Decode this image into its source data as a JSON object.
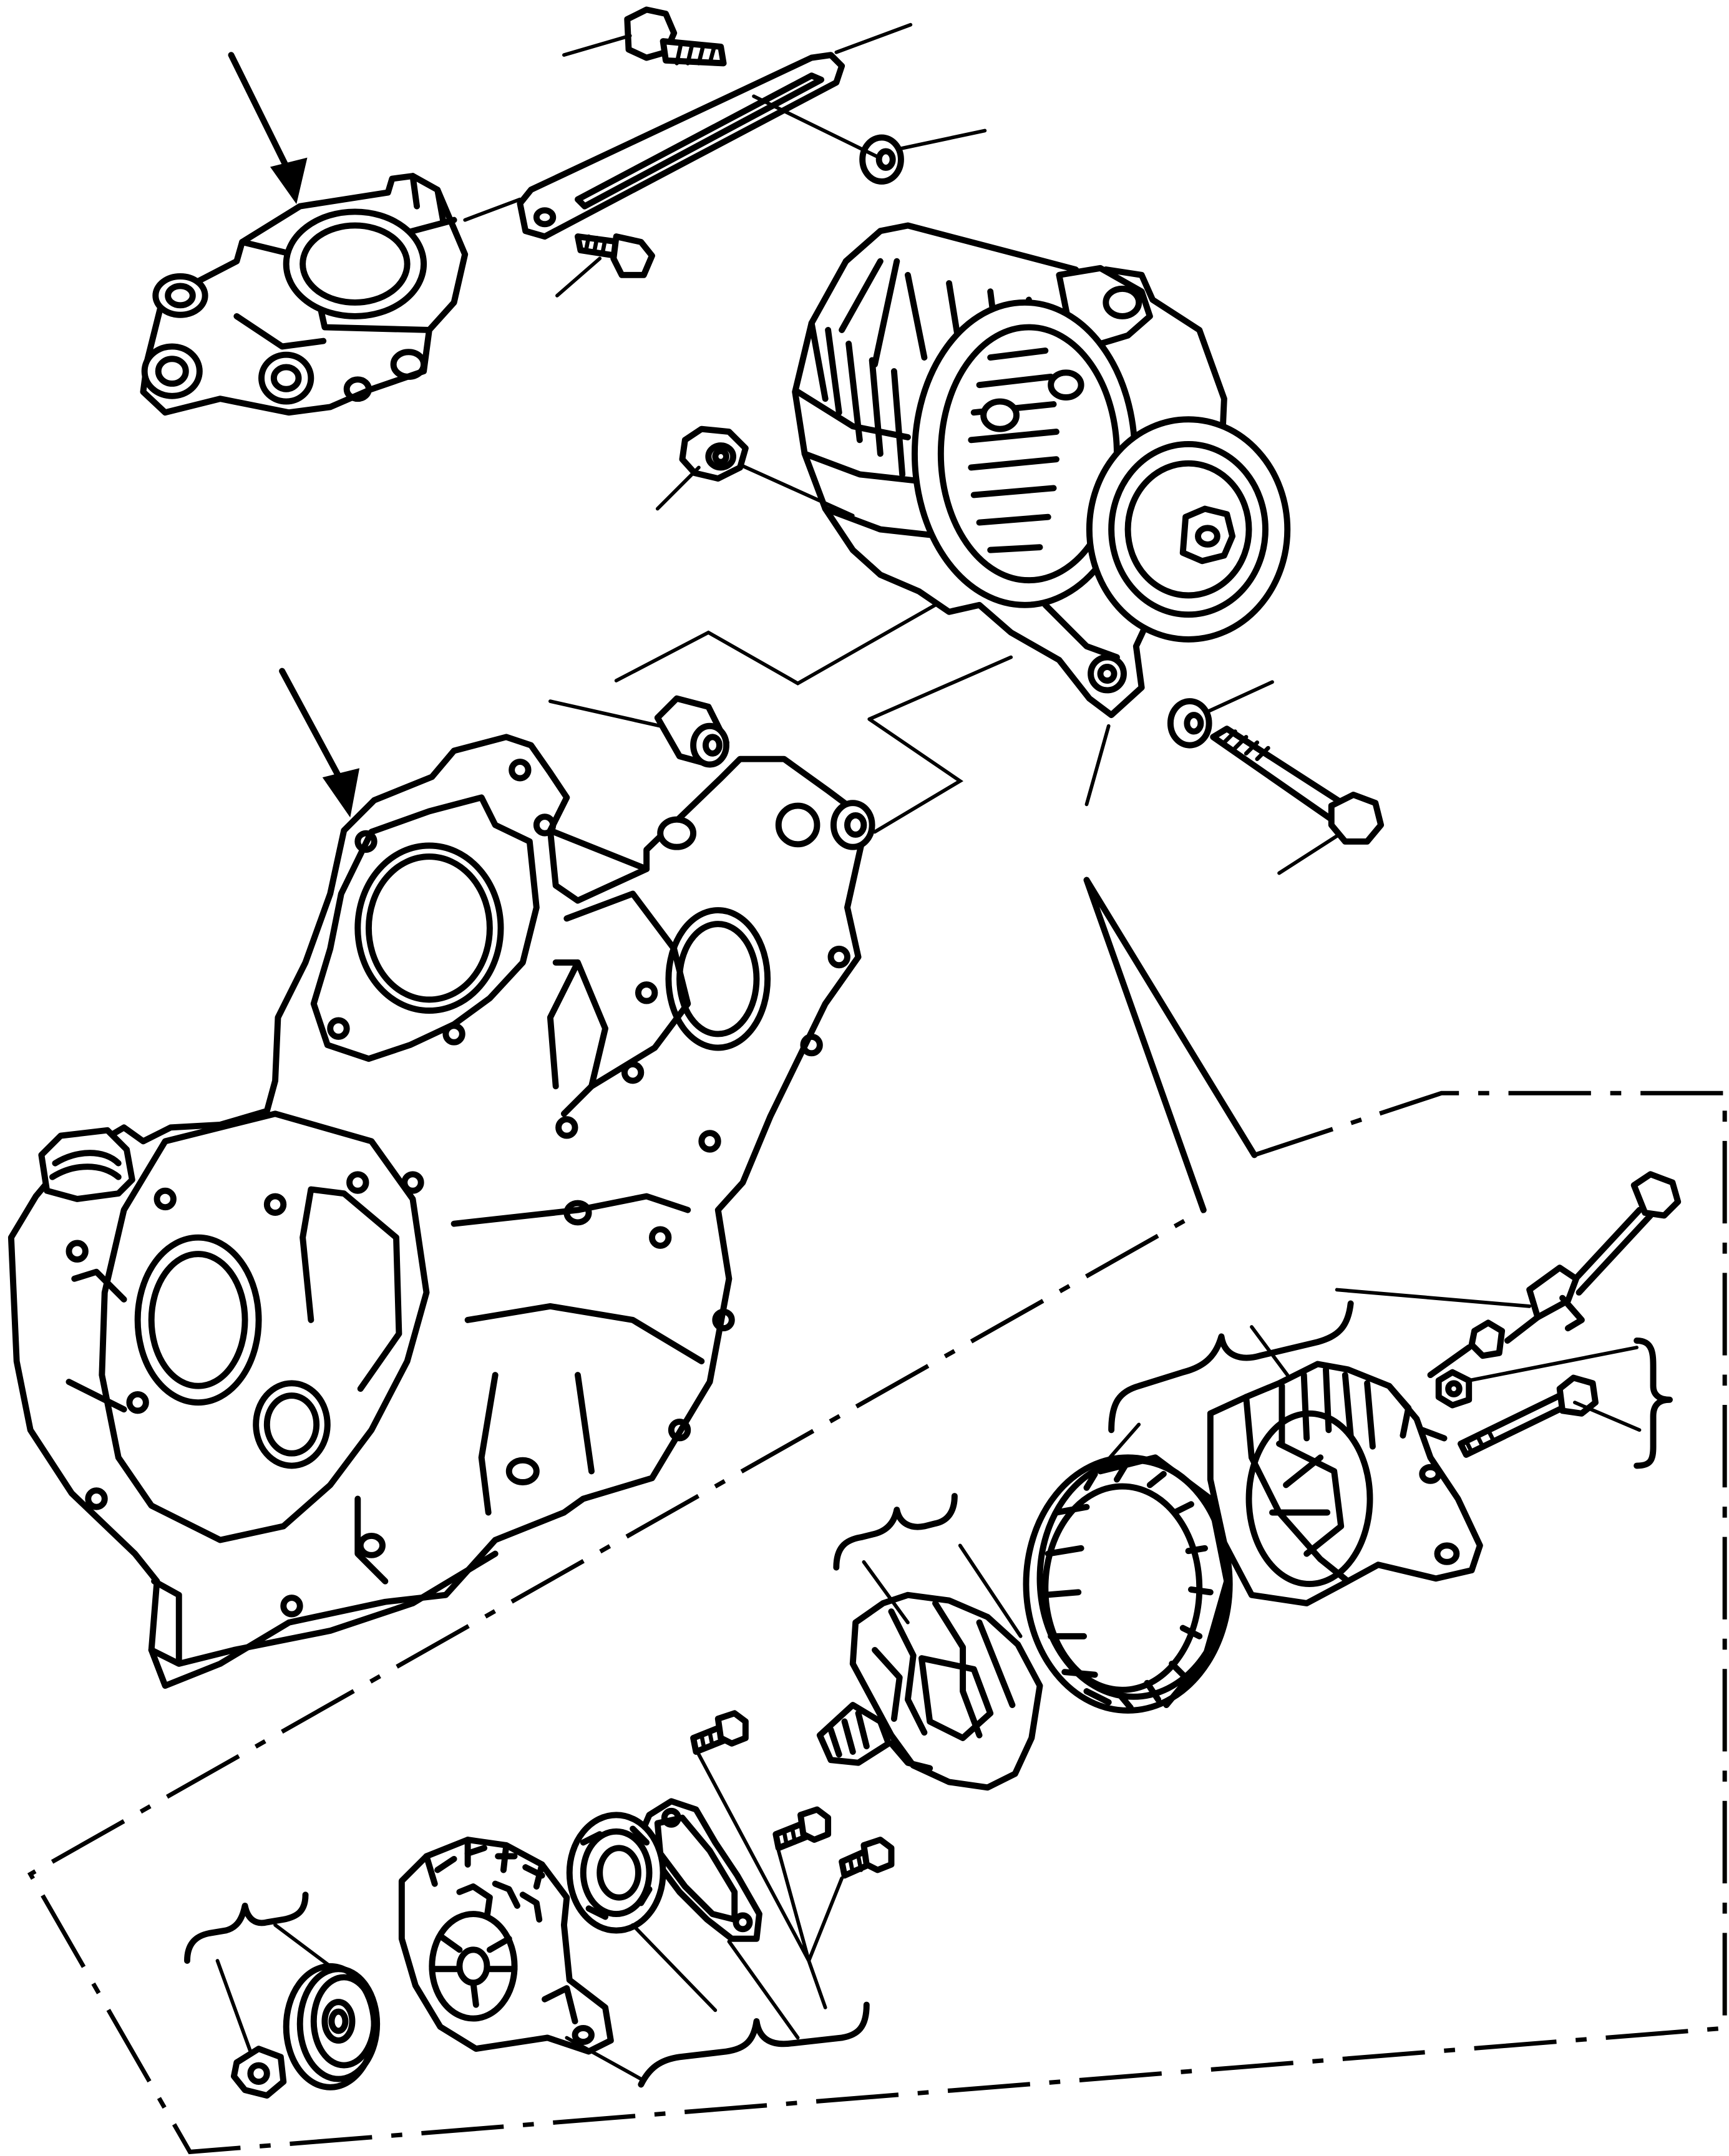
{
  "figure": {
    "type": "exploded-parts-diagram",
    "labels": []
  },
  "parts": [
    {
      "id": "water-pump",
      "icon": "water-pump-housing-icon"
    },
    {
      "id": "adjusting-bar",
      "icon": "slotted-bracket-icon"
    },
    {
      "id": "bolt-top",
      "icon": "bolt-icon"
    },
    {
      "id": "bolt-bar",
      "icon": "bolt-icon"
    },
    {
      "id": "washer-top",
      "icon": "washer-icon"
    },
    {
      "id": "alternator",
      "icon": "alternator-icon"
    },
    {
      "id": "bushing-small",
      "icon": "bushing-icon"
    },
    {
      "id": "spacer",
      "icon": "spacer-icon"
    },
    {
      "id": "washer-pivot",
      "icon": "washer-icon"
    },
    {
      "id": "pivot-bolt",
      "icon": "long-bolt-icon"
    },
    {
      "id": "timing-gear-case",
      "icon": "gear-case-icon"
    },
    {
      "id": "terminal-wire",
      "icon": "terminal-lead-icon"
    },
    {
      "id": "insulator",
      "icon": "insulator-icon"
    },
    {
      "id": "nut-terminal",
      "icon": "nut-icon"
    },
    {
      "id": "through-bolt",
      "icon": "through-bolt-icon"
    },
    {
      "id": "rear-frame",
      "icon": "rear-frame-icon"
    },
    {
      "id": "stator",
      "icon": "stator-icon"
    },
    {
      "id": "rotor",
      "icon": "rotor-icon"
    },
    {
      "id": "screws",
      "icon": "screw-icon"
    },
    {
      "id": "bearing-retainer",
      "icon": "retainer-plate-icon"
    },
    {
      "id": "front-bearing",
      "icon": "ball-bearing-icon"
    },
    {
      "id": "front-frame",
      "icon": "front-frame-icon"
    },
    {
      "id": "pulley",
      "icon": "pulley-icon"
    },
    {
      "id": "pulley-nut",
      "icon": "nut-icon"
    }
  ]
}
